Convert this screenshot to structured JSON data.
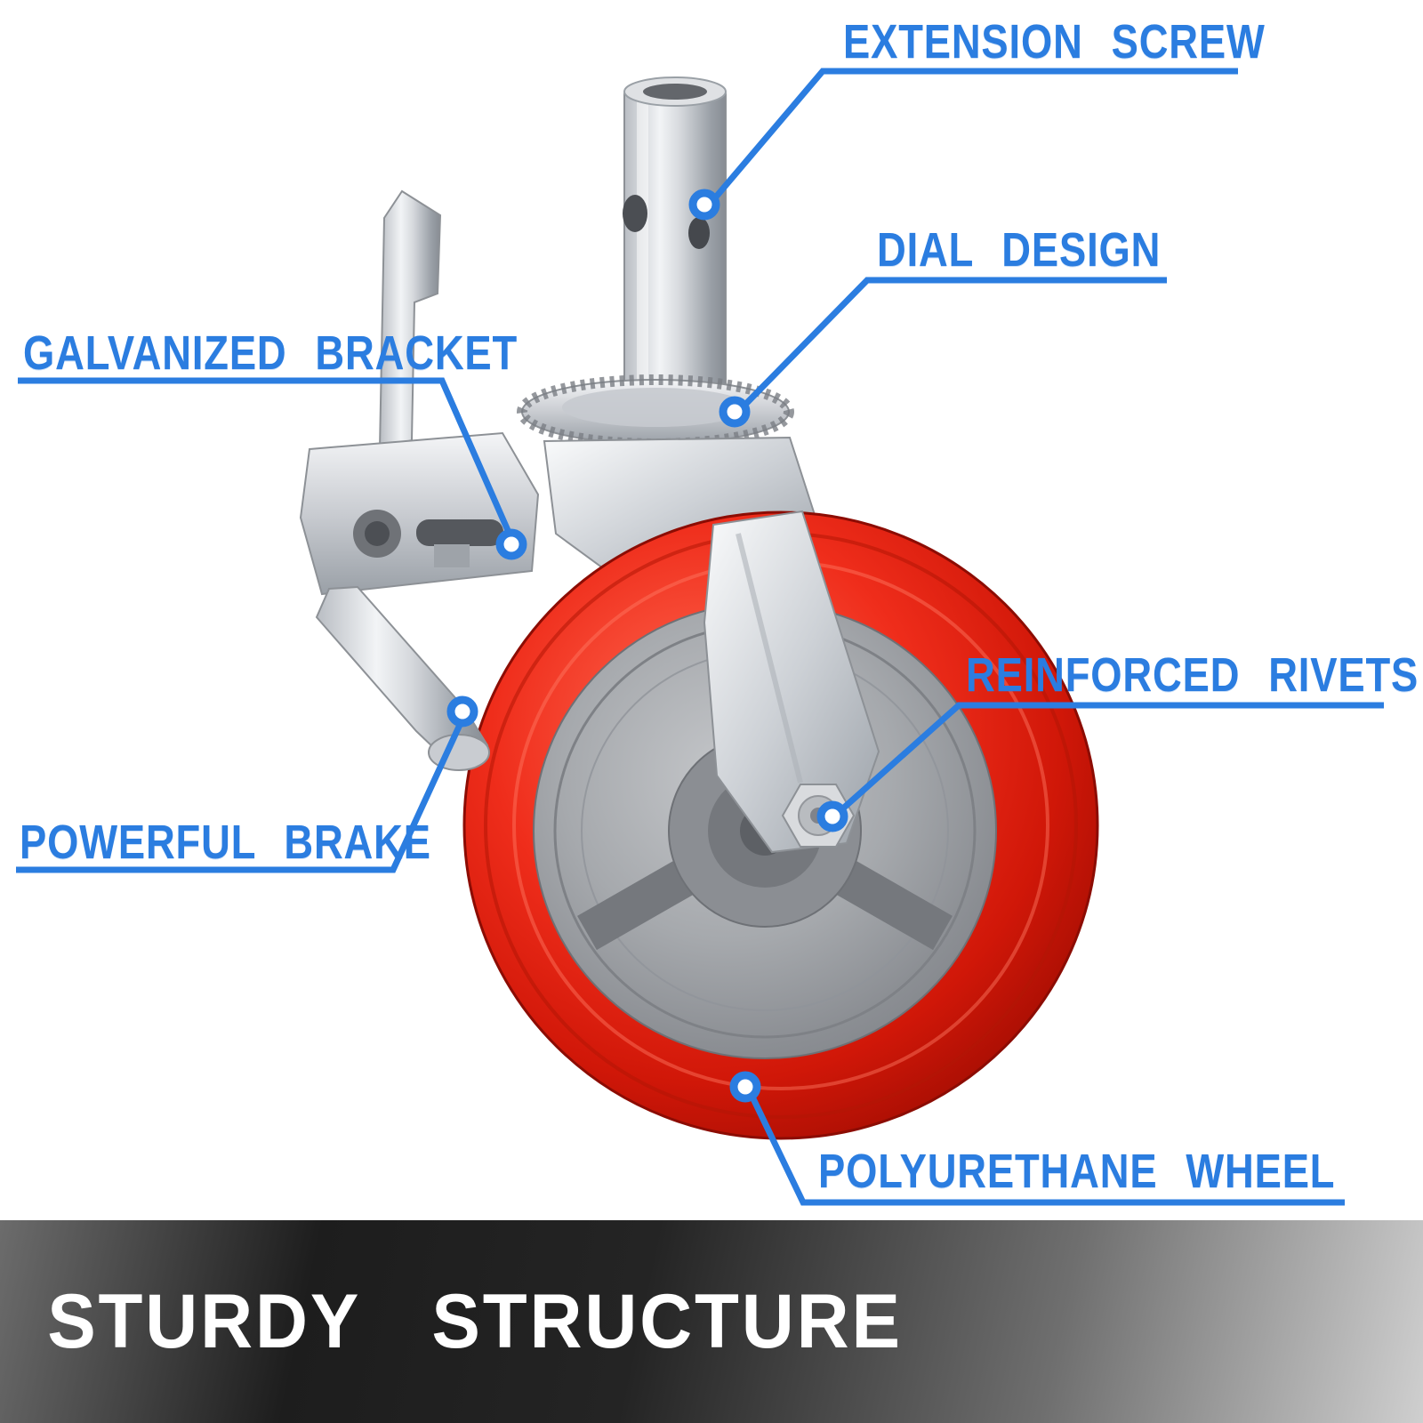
{
  "banner": {
    "text": "STURDY STRUCTURE"
  },
  "callouts": [
    {
      "name": "extension-screw",
      "label": "EXTENSION SCREW"
    },
    {
      "name": "dial-design",
      "label": "DIAL DESIGN"
    },
    {
      "name": "galvanized-bracket",
      "label": "GALVANIZED BRACKET"
    },
    {
      "name": "reinforced-rivets",
      "label": "REINFORCED RIVETS"
    },
    {
      "name": "powerful-brake",
      "label": "POWERFUL BRAKE"
    },
    {
      "name": "polyurethane-wheel",
      "label": "POLYURETHANE WHEEL"
    }
  ],
  "colors": {
    "callout_blue": "#2b7de0",
    "wheel_red": "#e02615",
    "hub_gray": "#8d9095",
    "metal_silver": "#c9ccd1",
    "banner_text": "#ffffff"
  },
  "illustration": {
    "subject": "scaffolding caster wheel with brake"
  }
}
